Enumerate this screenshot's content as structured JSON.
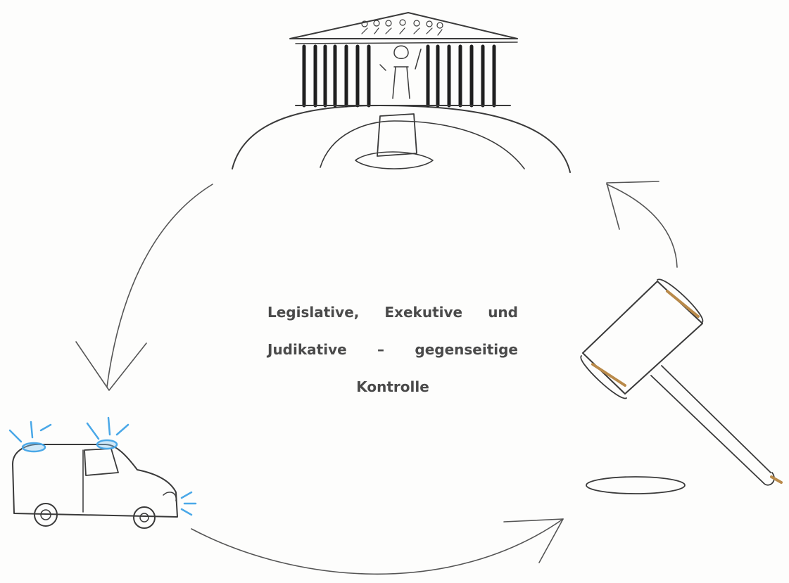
{
  "caption": {
    "line1": "Legislative, Exekutive und",
    "line2": "Judikative – gegenseitige",
    "line3": "Kontrolle"
  },
  "colors": {
    "pencil": "#3a3a3a",
    "light_pencil": "#8a8a8a",
    "siren_blue": "#4aa8e8",
    "gavel_band": "#b98a4a",
    "text": "#4a4a4a"
  },
  "icons": [
    "parliament-building-icon",
    "police-car-icon",
    "judge-gavel-icon"
  ]
}
